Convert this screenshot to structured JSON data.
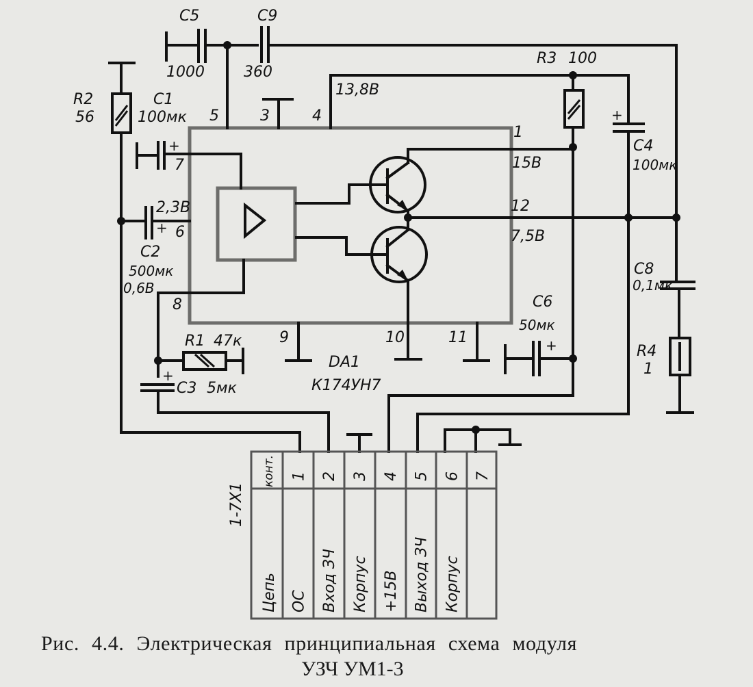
{
  "components": {
    "C5": {
      "ref": "C5",
      "value": "1000"
    },
    "C9": {
      "ref": "C9",
      "value": "360"
    },
    "R2": {
      "ref": "R2",
      "value": "56"
    },
    "C1": {
      "ref": "C1",
      "value": "100мк"
    },
    "R3": {
      "ref": "R3",
      "value": "100"
    },
    "C4": {
      "ref": "C4",
      "value": "100мк"
    },
    "C2": {
      "ref": "C2",
      "value": "500мк"
    },
    "C8": {
      "ref": "C8",
      "value": "0,1мк"
    },
    "C6": {
      "ref": "C6",
      "value": "50мк"
    },
    "R4": {
      "ref": "R4",
      "value": "1"
    },
    "R1": {
      "ref": "R1",
      "value": "47к"
    },
    "C3": {
      "ref": "C3",
      "value": "5мк"
    }
  },
  "ic": {
    "ref": "DA1",
    "part": "К174УН7"
  },
  "pins": {
    "p1": "1",
    "p3": "3",
    "p4": "4",
    "p5": "5",
    "p6": "6",
    "p7": "7",
    "p8": "8",
    "p9": "9",
    "p10": "10",
    "p11": "11",
    "p12": "12"
  },
  "voltages": {
    "v4": "13,8В",
    "v1": "15В",
    "v12": "7,5В",
    "v6": "2,3В",
    "v8": "0,6В"
  },
  "polarity": "+",
  "connector": {
    "ref": "1-7Х1",
    "header_contact": "конт.",
    "header_circuit": "Цепь",
    "rows": [
      {
        "contact": "1",
        "circuit": "ОС"
      },
      {
        "contact": "2",
        "circuit": "Вход ЗЧ"
      },
      {
        "contact": "3",
        "circuit": "Корпус"
      },
      {
        "contact": "4",
        "circuit": "+15В"
      },
      {
        "contact": "5",
        "circuit": "Выход ЗЧ"
      },
      {
        "contact": "6",
        "circuit": "Корпус"
      },
      {
        "contact": "7",
        "circuit": ""
      }
    ]
  },
  "caption": {
    "line1": "Рис. 4.4. Электрическая принципиальная схема модуля",
    "line2": "УЗЧ УМ1-3"
  }
}
